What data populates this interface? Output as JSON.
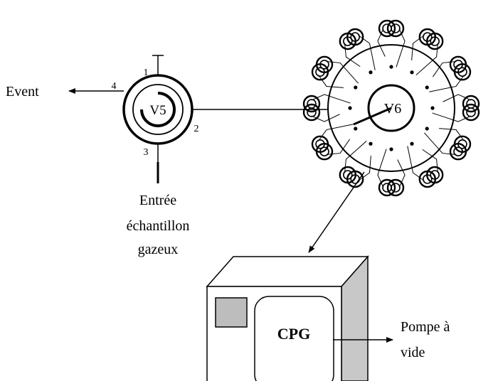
{
  "labels": {
    "event": "Event",
    "v5": "V5",
    "v6": "V6",
    "port1": "1",
    "port2": "2",
    "port3": "3",
    "port4": "4",
    "inlet_line1": "Entrée",
    "inlet_line2": "échantillon",
    "inlet_line3": "gazeux",
    "cpg": "CPG",
    "pump_line1": "Pompe à",
    "pump_line2": "vide"
  },
  "colors": {
    "stroke": "#000000",
    "instrument_side": "#c8c8c8",
    "instrument_panel": "#bdbdbd",
    "background": "#ffffff"
  },
  "loop_count": 12
}
